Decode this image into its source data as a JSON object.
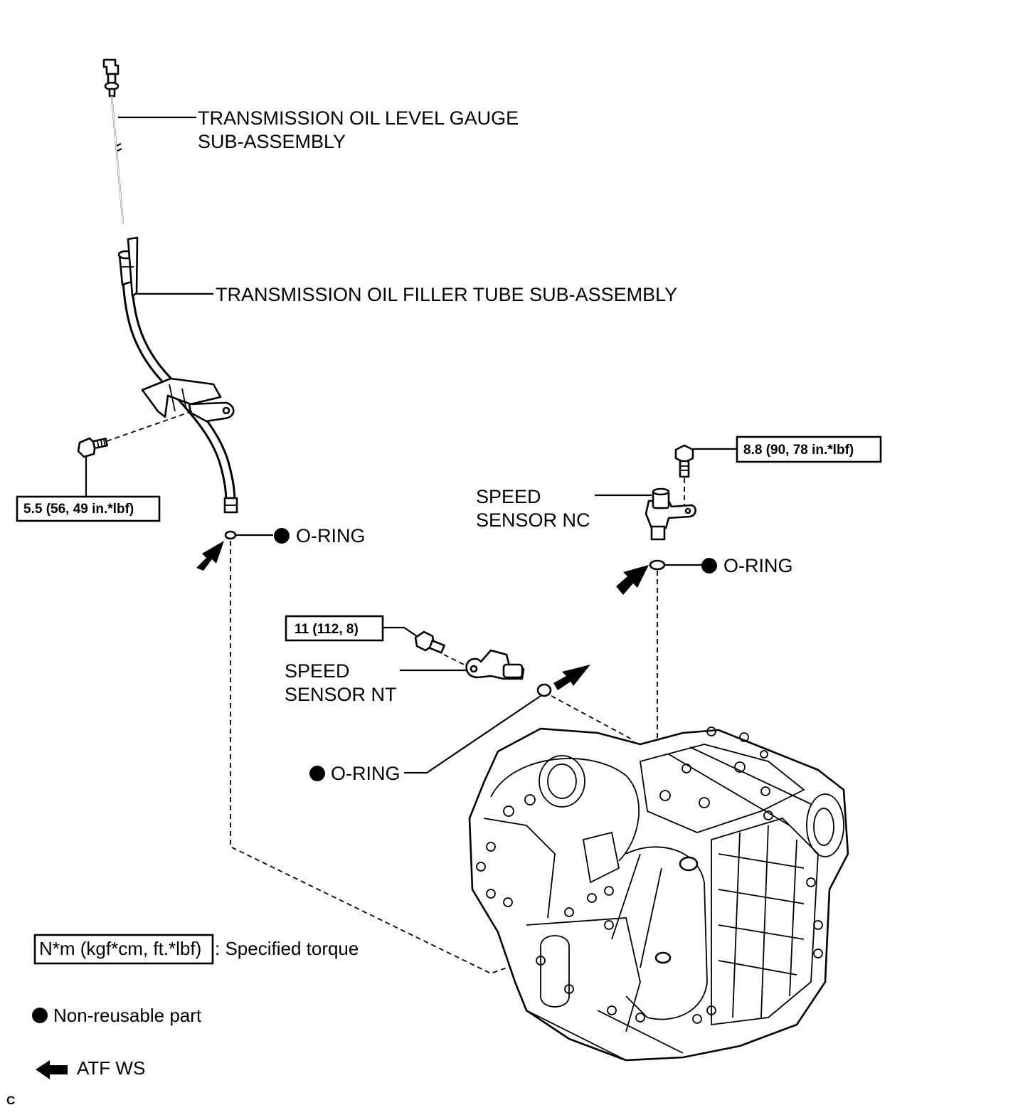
{
  "labels": {
    "gauge_line1": "TRANSMISSION OIL LEVEL GAUGE",
    "gauge_line2": "SUB-ASSEMBLY",
    "filler_tube": "TRANSMISSION OIL FILLER TUBE SUB-ASSEMBLY",
    "speed_nc_line1": "SPEED",
    "speed_nc_line2": "SENSOR NC",
    "speed_nt_line1": "SPEED",
    "speed_nt_line2": "SENSOR NT",
    "oring": "O-RING"
  },
  "torques": {
    "filler_bolt": "5.5 (56, 49 in.*lbf)",
    "nc_bolt": "8.8 (90, 78 in.*lbf)",
    "nt_bolt": "11 (112, 8)"
  },
  "legend": {
    "torque_box": "N*m (kgf*cm, ft.*lbf)",
    "torque_text": ": Specified torque",
    "nonreusable": "Non-reusable part",
    "atf": "ATF WS"
  },
  "corner_mark": "C",
  "icons": {
    "nonreusable": "filled-circle-icon",
    "atf": "arrow-icon"
  }
}
